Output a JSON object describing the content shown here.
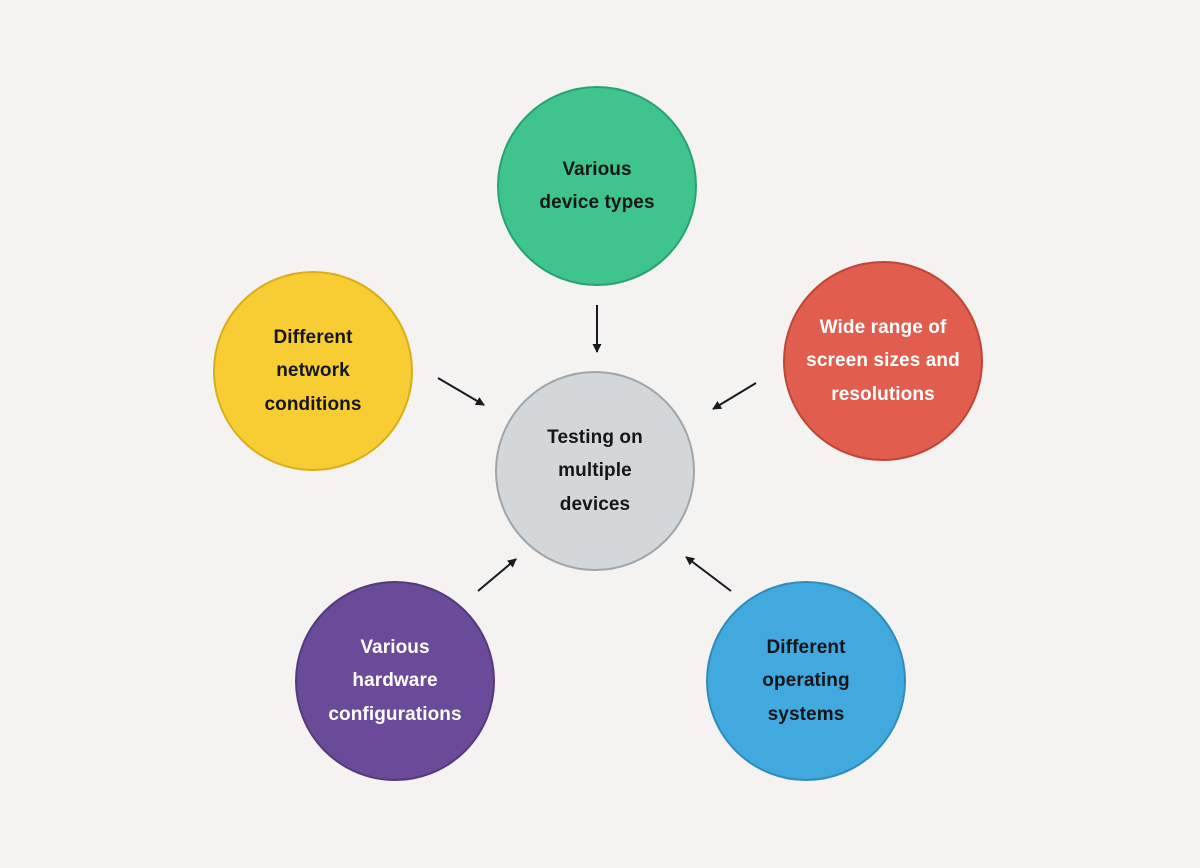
{
  "diagram": {
    "background": "#f4f3f2",
    "arrow_color": "#17191c",
    "center": {
      "id": "testing-on-multiple-devices",
      "label": "Testing on\nmultiple\ndevices",
      "fill": "#d3d7d9",
      "border": "#9fa5a9",
      "text_color": "#141619"
    },
    "nodes": [
      {
        "id": "various-device-types",
        "label": "Various\ndevice types",
        "fill": "#3fc48d",
        "border": "#2aa173",
        "text_color": "#141619"
      },
      {
        "id": "different-network-conditions",
        "label": "Different\nnetwork\nconditions",
        "fill": "#f8cd33",
        "border": "#d8ae19",
        "text_color": "#141619"
      },
      {
        "id": "wide-range-of-screen-sizes-and-resolutions",
        "label": "Wide range of\nscreen sizes and\nresolutions",
        "fill": "#e15e4e",
        "border": "#bf4537",
        "text_color": "#ffffff"
      },
      {
        "id": "various-hardware-configurations",
        "label": "Various\nhardware\nconfigurations",
        "fill": "#6a4b99",
        "border": "#533a7a",
        "text_color": "#ffffff"
      },
      {
        "id": "different-operating-systems",
        "label": "Different\noperating\nsystems",
        "fill": "#41a9de",
        "border": "#2f8bba",
        "text_color": "#141619"
      }
    ]
  }
}
